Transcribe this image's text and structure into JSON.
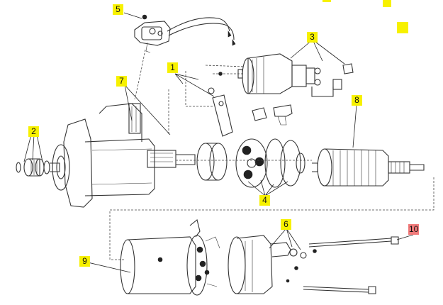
{
  "callouts": [
    {
      "id": "1",
      "label": "1",
      "color": "#f7f100"
    },
    {
      "id": "2",
      "label": "2",
      "color": "#f7f100"
    },
    {
      "id": "3",
      "label": "3",
      "color": "#f7f100"
    },
    {
      "id": "4",
      "label": "4",
      "color": "#f7f100"
    },
    {
      "id": "5",
      "label": "5",
      "color": "#f7f100"
    },
    {
      "id": "6",
      "label": "6",
      "color": "#f7f100"
    },
    {
      "id": "7",
      "label": "7",
      "color": "#f7f100"
    },
    {
      "id": "8",
      "label": "8",
      "color": "#f7f100"
    },
    {
      "id": "9",
      "label": "9",
      "color": "#f7f100"
    },
    {
      "id": "10",
      "label": "10",
      "color": "#f07a7a"
    }
  ],
  "colors": {
    "callout_yellow": "#f7f100",
    "callout_red": "#f07a7a",
    "line": "#333333"
  }
}
